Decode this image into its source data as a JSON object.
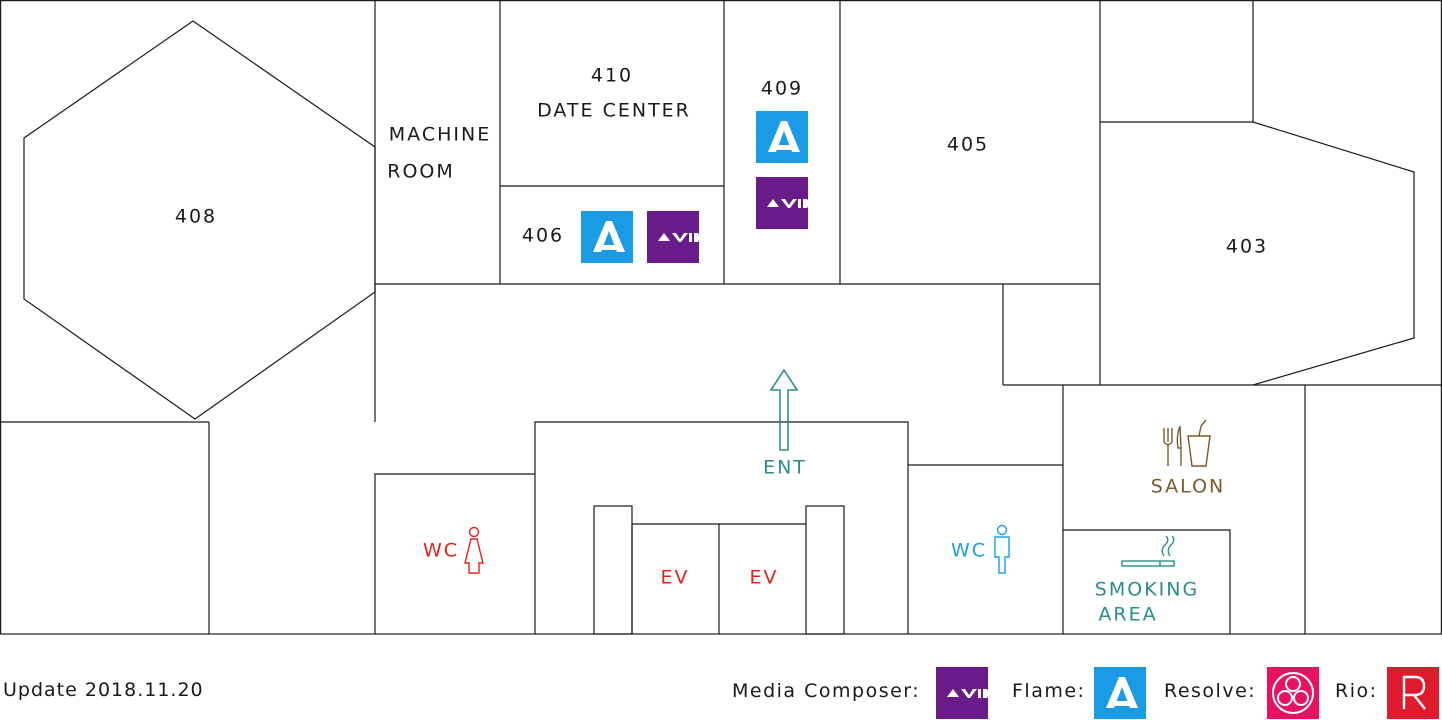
{
  "rooms": {
    "r408": "408",
    "machine_room": [
      "MACHINE",
      "ROOM"
    ],
    "r410": [
      "410",
      "DATE CENTER"
    ],
    "r409": "409",
    "r406": "406",
    "r405": "405",
    "r403": "403"
  },
  "facilities": {
    "wc_female": "WC",
    "wc_male": "WC",
    "ev": [
      "EV",
      "EV"
    ],
    "entrance": "ENT",
    "salon": "SALON",
    "smoking": [
      "SMOKING",
      "AREA"
    ]
  },
  "update": "Update 2018.11.20",
  "legend": {
    "media_composer": "Media Composer:",
    "flame": "Flame:",
    "resolve": "Resolve:",
    "rio": "Rio:"
  },
  "colors": {
    "avid": "#6a1b8a",
    "flame": "#1a9be6",
    "resolve": "#e8125f",
    "rio": "#e01a2d",
    "women": "#e2231a",
    "men": "#1aa0e6",
    "entrance": "#2a8f8a",
    "salon": "#7a5a2a"
  },
  "icons": [
    "avid-logo-icon",
    "flame-logo-icon",
    "resolve-logo-icon",
    "rio-logo-icon",
    "female-toilet-icon",
    "male-toilet-icon",
    "cutlery-cup-icon",
    "cigarette-icon",
    "entrance-arrow-icon"
  ]
}
